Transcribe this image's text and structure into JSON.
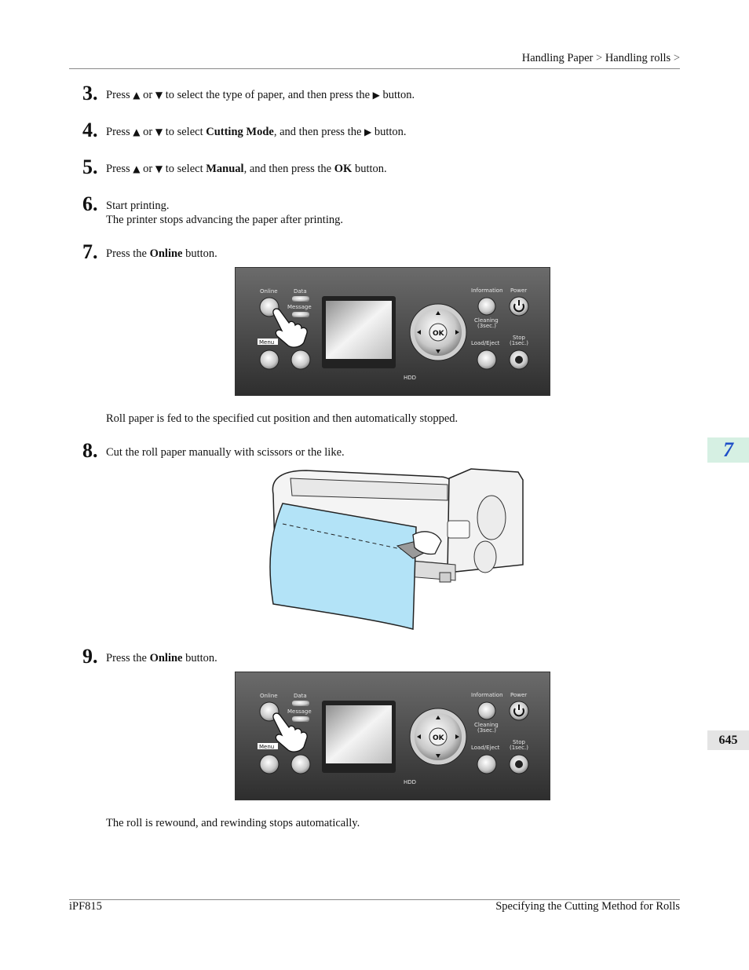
{
  "header": {
    "breadcrumb": [
      "Handling Paper",
      "Handling rolls"
    ],
    "separator": ">"
  },
  "side_tabs": {
    "chapter": "7",
    "page_number": "645"
  },
  "steps": [
    {
      "num": "3.",
      "pre": "Press ",
      "up": "▲",
      "or": " or ",
      "down": "▼",
      "mid": " to select the type of paper, and then press the ",
      "arrow": "▶",
      "post": " button."
    },
    {
      "num": "4.",
      "pre": "Press ",
      "up": "▲",
      "or": " or ",
      "down": "▼",
      "mid": " to select ",
      "bold": "Cutting Mode",
      "mid2": ", and then press the ",
      "arrow": "▶",
      "post": " button."
    },
    {
      "num": "5.",
      "pre": "Press ",
      "up": "▲",
      "or": " or ",
      "down": "▼",
      "mid": " to select ",
      "bold": "Manual",
      "mid2": ", and then press the ",
      "bold2": "OK",
      "post": " button."
    },
    {
      "num": "6.",
      "line1": "Start printing.",
      "line2": "The printer stops advancing the paper after printing."
    },
    {
      "num": "7.",
      "pre": "Press the ",
      "bold": "Online",
      "post": " button."
    },
    {
      "num": "8.",
      "text": "Cut the roll paper manually with scissors or the like."
    },
    {
      "num": "9.",
      "pre": "Press the ",
      "bold": "Online",
      "post": " button."
    }
  ],
  "notes": {
    "after_step7": "Roll paper is fed to the specified cut position and then automatically stopped.",
    "after_step9": "The roll is rewound, and rewinding stops automatically."
  },
  "control_panel": {
    "online": "Online",
    "data": "Data",
    "message": "Message",
    "menu": "Menu",
    "information": "Information",
    "power": "Power",
    "cleaning": "Cleaning",
    "cleaning_sub": "(3sec.)",
    "load_eject": "Load/Eject",
    "stop": "Stop",
    "stop_sub": "(1sec.)",
    "ok": "OK",
    "hdd": "HDD"
  },
  "footer": {
    "model": "iPF815",
    "section": "Specifying the Cutting Method for Rolls"
  },
  "colors": {
    "panel_dark": "#4a4a4a",
    "paper_blue": "#b3e3f7",
    "tab_green": "#d6f0e3",
    "tab_text": "#1f4fc8"
  }
}
